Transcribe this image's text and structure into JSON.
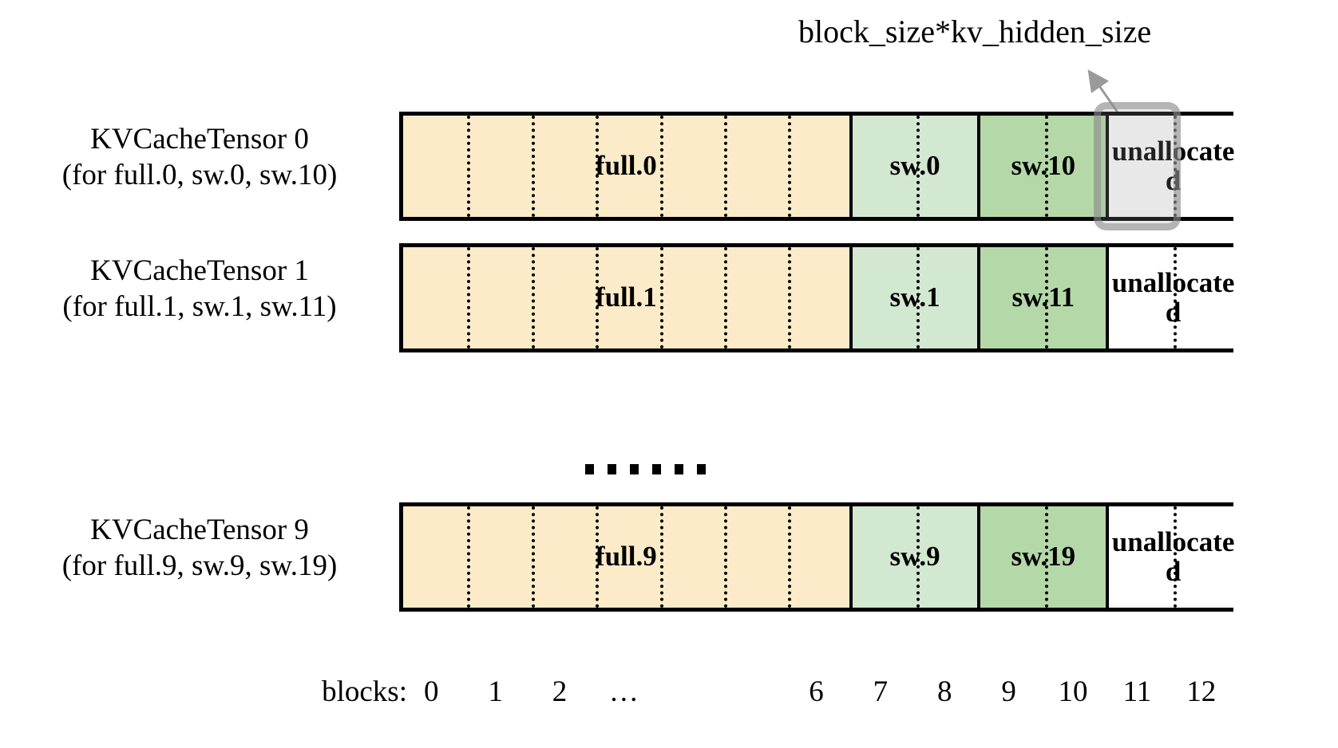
{
  "figure": {
    "annotation": {
      "label": "block_size*kv_hidden_size",
      "arrow_icon": "arrow-up-left-icon"
    },
    "colors": {
      "full_block": "#FCEBC8",
      "sw_low_block": "#D3E8D0",
      "sw_high_block": "#B5D8A8",
      "unallocated_block": "#FFFFFF",
      "border": "#000000",
      "highlight": "#8C8C8C"
    },
    "continuation": {
      "dot_count": 6,
      "meaning": "rows-omitted-ellipsis"
    },
    "rows": [
      {
        "label_line1": "KVCacheTensor 0",
        "label_line2": "(for full.0, sw.0, sw.10)",
        "segments": [
          {
            "text": "full.0",
            "kind": "full",
            "blocks": 7,
            "block_start": 0,
            "block_end": 6
          },
          {
            "text": "sw.0",
            "kind": "sw_low",
            "blocks": 2,
            "block_start": 7,
            "block_end": 8
          },
          {
            "text": "sw.10",
            "kind": "sw_high",
            "blocks": 2,
            "block_start": 9,
            "block_end": 10
          },
          {
            "text": "unallocated",
            "kind": "unallocated",
            "blocks": 2,
            "block_start": 11,
            "block_end": 12
          }
        ],
        "highlighted_block": 11
      },
      {
        "label_line1": "KVCacheTensor 1",
        "label_line2": "(for full.1, sw.1, sw.11)",
        "segments": [
          {
            "text": "full.1",
            "kind": "full",
            "blocks": 7,
            "block_start": 0,
            "block_end": 6
          },
          {
            "text": "sw.1",
            "kind": "sw_low",
            "blocks": 2,
            "block_start": 7,
            "block_end": 8
          },
          {
            "text": "sw.11",
            "kind": "sw_high",
            "blocks": 2,
            "block_start": 9,
            "block_end": 10
          },
          {
            "text": "unallocated",
            "kind": "unallocated",
            "blocks": 2,
            "block_start": 11,
            "block_end": 12
          }
        ],
        "highlighted_block": null
      },
      {
        "label_line1": "KVCacheTensor 9",
        "label_line2": "(for full.9, sw.9, sw.19)",
        "segments": [
          {
            "text": "full.9",
            "kind": "full",
            "blocks": 7,
            "block_start": 0,
            "block_end": 6
          },
          {
            "text": "sw.9",
            "kind": "sw_low",
            "blocks": 2,
            "block_start": 7,
            "block_end": 8
          },
          {
            "text": "sw.19",
            "kind": "sw_high",
            "blocks": 2,
            "block_start": 9,
            "block_end": 10
          },
          {
            "text": "unallocated",
            "kind": "unallocated",
            "blocks": 2,
            "block_start": 11,
            "block_end": 12
          }
        ],
        "highlighted_block": null
      }
    ],
    "axis": {
      "caption": "blocks:",
      "ticks": [
        "0",
        "1",
        "2",
        "…",
        "6",
        "7",
        "8",
        "9",
        "10",
        "11",
        "12"
      ],
      "tick_block_index": [
        0,
        1,
        2,
        3,
        6,
        7,
        8,
        9,
        10,
        11,
        12
      ]
    }
  }
}
